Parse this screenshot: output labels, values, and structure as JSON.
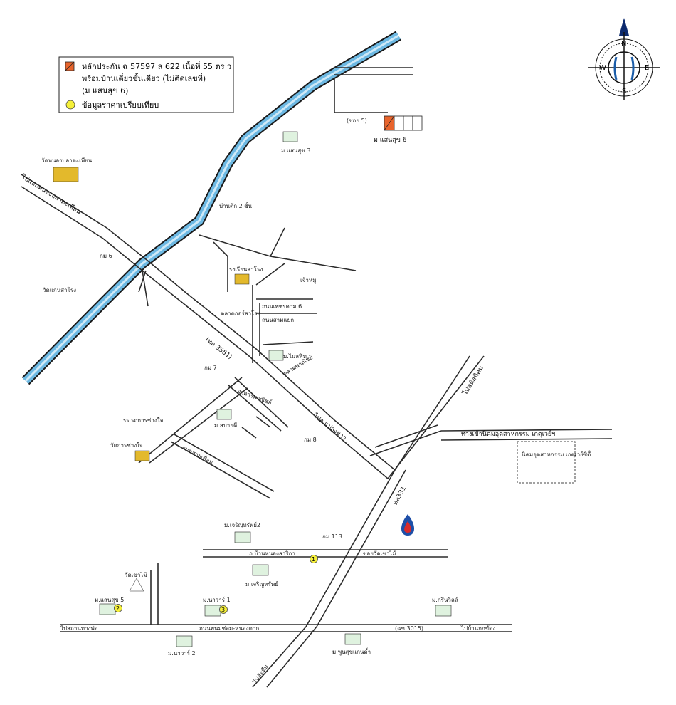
{
  "legend": {
    "line1": "หลักประกัน ฉ 57597 ล 622 เนื้อที่ 55 ตร ว",
    "line2": "พร้อมบ้านเดี่ยวชั้นเดียว (ไม่ติดเลขที่)",
    "line3": "(ม แสนสุข 6)",
    "line4": "ข้อมูลราคาเปรียบเทียบ",
    "subject_color": "#e8642c",
    "compare_color": "#f5f03a"
  },
  "compass": {
    "n": "N",
    "s": "S",
    "e": "E",
    "w": "W"
  },
  "roads": {
    "r_nongplaka": "ไปแยกหนองปลาตะเพียน",
    "r_3551": "(ทล 3551)",
    "r_paendaeng": "ไปอ แปลงยาว",
    "r_panasnikhom": "ไปพนัสนิคม",
    "r_industrial": "ทางเข้านิคมอุตสาหกรรม เกตุเวย์ฯ",
    "r_331": "ทล331",
    "r_bannongsan": "ถ.บ้านหนองสาริกา",
    "r_khoi_tap": "ซอยวัดเขาไม้",
    "r_phanat_thong": "ถนนพนมซ่อม-หนองตาก",
    "r_3015": "(ฉช 3015)",
    "r_bannongkhong": "ไปบ้านกกฆ้อง",
    "r_thanaunt": "ไปสัตหีบ",
    "r_left_bottom": "ไปสถานทางพ่อ"
  },
  "places": {
    "wat_left": "วัดหนองปลาตะเพียน",
    "wat_saraphat": "วัดแกนสาโรง",
    "rongrian": "รงเรียนสาโรง",
    "talat": "ตลาดกอร์สาโรง",
    "jaomu": "เจ้าหมู",
    "bankob": "บ้านตึก 2 ชั้น",
    "moo_sansook3": "ม.แสนสุข 3",
    "moo_sansook6": "ม แสนสุข 6",
    "moo_mailfit": "ม.ไมลฟิท",
    "km7": "กม 7",
    "km6": "กม 6",
    "km8": "กม 8",
    "km113": "กม 113",
    "talat_panich": "ตลาดพาณิชย์",
    "arkhan_panich": "อาคารพาณิชย์",
    "moo_sukjai": "ม สบายดี",
    "school": "รร รถการช่างใจ",
    "temple2": "วัดการช่างใจ",
    "niKhom": "นิคมอุตสาหกรรม เกตุเวย์ซิตี้",
    "moo_jaroensuk2": "ม.เจริญทรัพย์2",
    "moo_jaroensuk": "ม.เจริญทรัพย์",
    "wat_khaomai": "วัดเขาไม้",
    "moo_sansuk5": "ม.แสนสุข 5",
    "moo_nawa1": "ม.นาวาร์ 1",
    "moo_nawa2": "ม.นาวาร์ 2",
    "moo_greenvil": "ม.กรีนวิลล์",
    "moo_phunsuk": "ม.พูนสุขแกนด้ำ",
    "soi_label": "(ซอย 5)",
    "sn_road": "ถนนสายเชื่อม",
    "road_pt": "ถนนเพชรคาม 6",
    "road_rp": "ถนนสามแยก"
  },
  "markers": {
    "m1": "1",
    "m2": "2",
    "m3": "3"
  }
}
